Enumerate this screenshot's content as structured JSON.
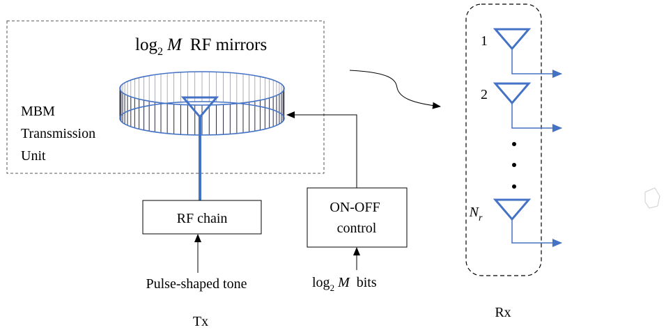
{
  "tx": {
    "title_prefix": "log",
    "title_sub": "2",
    "title_var": "M",
    "title_suffix": "RF mirrors",
    "unit_label": [
      "MBM",
      "Transmission",
      "Unit"
    ],
    "rf_chain": "RF chain",
    "onoff_label": [
      "ON-OFF",
      "control"
    ],
    "input_tone": "Pulse-shaped tone",
    "bits_prefix": "log",
    "bits_sub": "2",
    "bits_var": "M",
    "bits_suffix": "bits",
    "caption": "Tx"
  },
  "rx": {
    "antennas": [
      {
        "label": "1",
        "italic": false
      },
      {
        "label": "2",
        "italic": false
      },
      {
        "label": "N",
        "sub": "r",
        "italic": true
      }
    ],
    "caption": "Rx"
  },
  "colors": {
    "accent_blue": "#4472C4",
    "mirror_stroke": "#2b2b40",
    "line": "#000000",
    "box_dash": "#555555"
  }
}
